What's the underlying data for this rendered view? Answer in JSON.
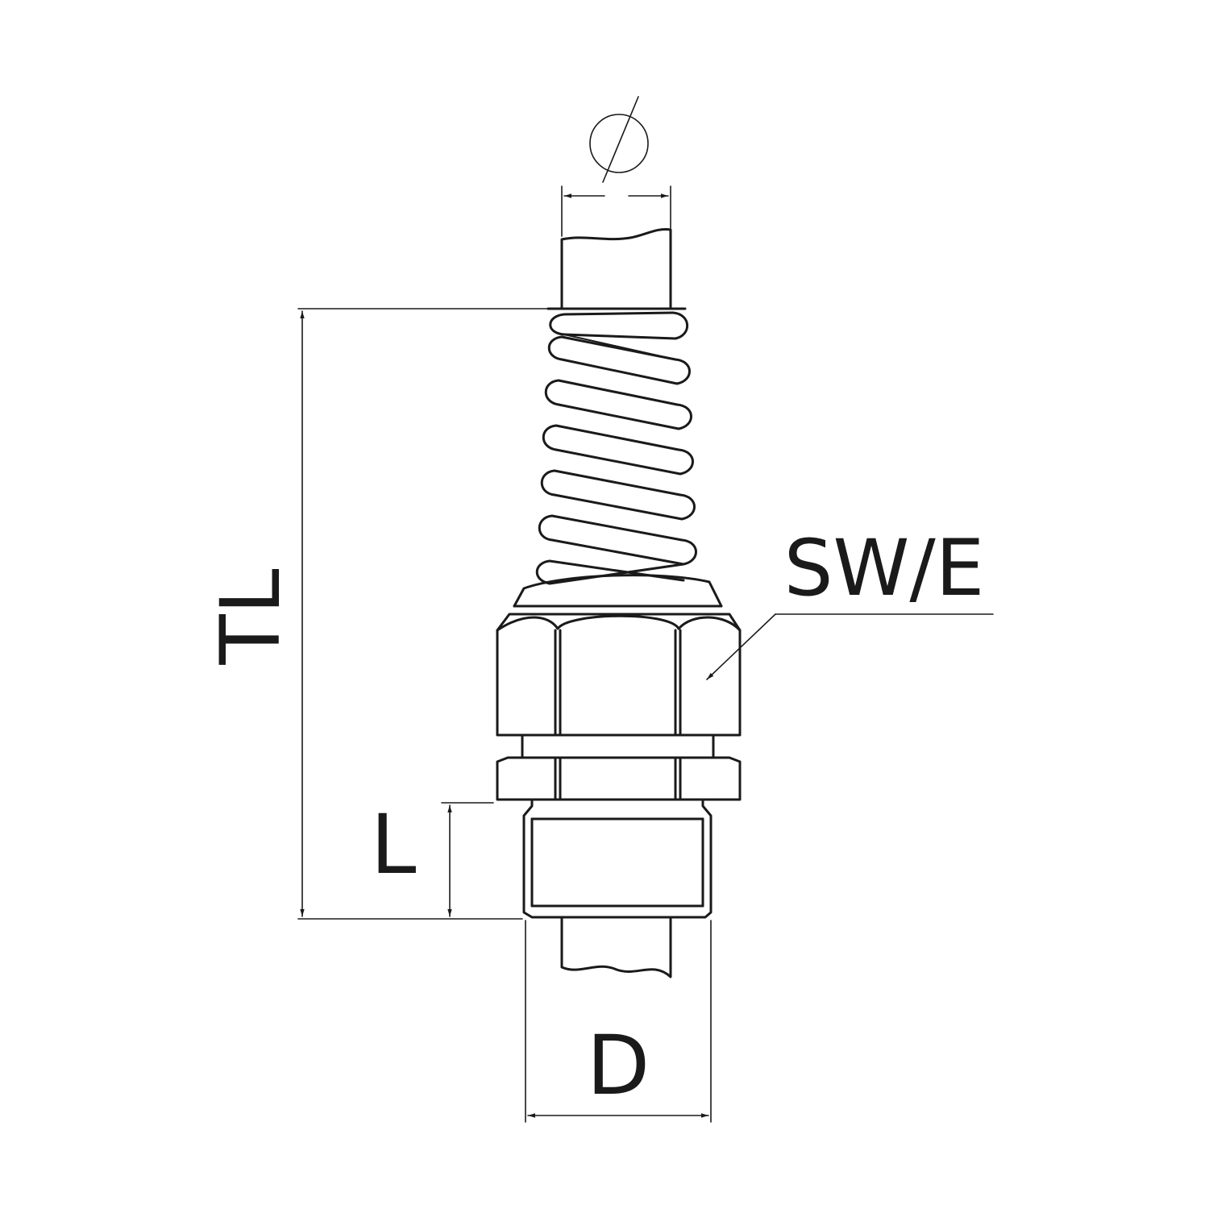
{
  "diagram": {
    "labels": {
      "total_length": "TL",
      "thread_length": "L",
      "outer_diameter": "D",
      "wrench_size": "SW/E"
    },
    "colors": {
      "line": "#1a1a1a",
      "background": "#ffffff"
    }
  }
}
